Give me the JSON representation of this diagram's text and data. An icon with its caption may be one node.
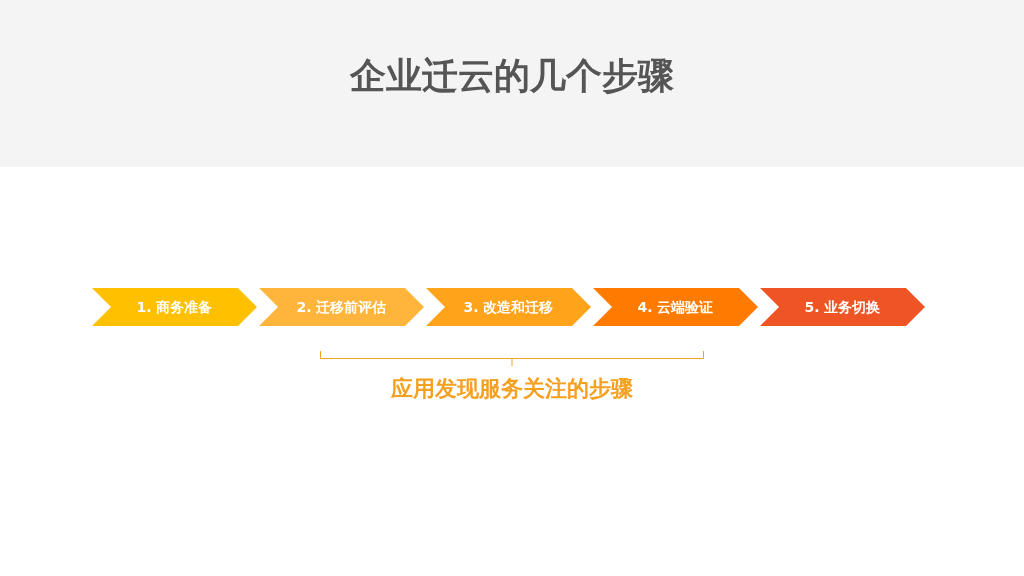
{
  "diagram": {
    "title": "企业迁云的几个步骤",
    "nodes": [
      {
        "text": [
          "1. 商务准备"
        ]
      },
      {
        "text": [
          "2. 迁移前评估"
        ]
      },
      {
        "text": [
          "3. 改造和迁移"
        ]
      },
      {
        "text": [
          "4. 云端验证"
        ]
      },
      {
        "text": [
          "5. 业务切换"
        ]
      }
    ],
    "labels": [
      "应用发现服务关注的步骤"
    ]
  }
}
